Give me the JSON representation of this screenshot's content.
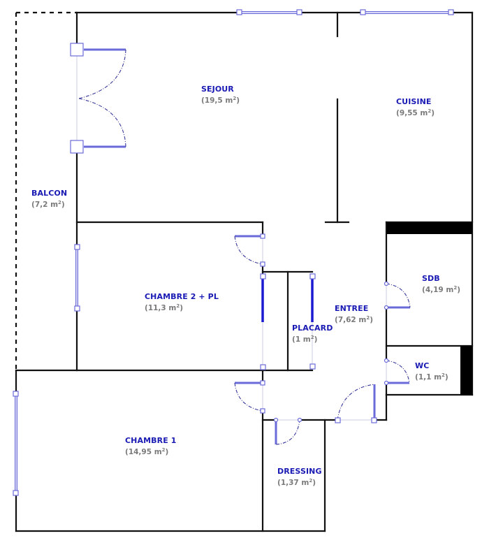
{
  "plan": {
    "type": "apartment-floor-plan",
    "colors": {
      "label": "#1a1ab4",
      "area": "#7a7a7a",
      "wall": "#111111",
      "window": "#6a6ad8",
      "door_swing": "#3a3a9a",
      "sliding_door": "#1a1ad0"
    },
    "rooms": [
      {
        "id": "sejour",
        "name": "SEJOUR",
        "area_value": "19,5",
        "unit": "m",
        "sup": "2"
      },
      {
        "id": "cuisine",
        "name": "CUISINE",
        "area_value": "9,55",
        "unit": "m",
        "sup": "2"
      },
      {
        "id": "balcon",
        "name": "BALCON",
        "area_value": "7,2",
        "unit": "m",
        "sup": "2"
      },
      {
        "id": "chambre2",
        "name": "CHAMBRE 2 + PL",
        "area_value": "11,3",
        "unit": "m",
        "sup": "2"
      },
      {
        "id": "sdb",
        "name": "SDB",
        "area_value": "4,19",
        "unit": "m",
        "sup": "2"
      },
      {
        "id": "entree",
        "name": "ENTREE",
        "area_value": "7,62",
        "unit": "m",
        "sup": "2"
      },
      {
        "id": "placard",
        "name": "PLACARD",
        "area_value": "1",
        "unit": "m",
        "sup": "2"
      },
      {
        "id": "wc",
        "name": "WC",
        "area_value": "1,1",
        "unit": "m",
        "sup": "2"
      },
      {
        "id": "chambre1",
        "name": "CHAMBRE 1",
        "area_value": "14,95",
        "unit": "m",
        "sup": "2"
      },
      {
        "id": "dressing",
        "name": "DRESSING",
        "area_value": "1,37",
        "unit": "m",
        "sup": "2"
      }
    ]
  }
}
